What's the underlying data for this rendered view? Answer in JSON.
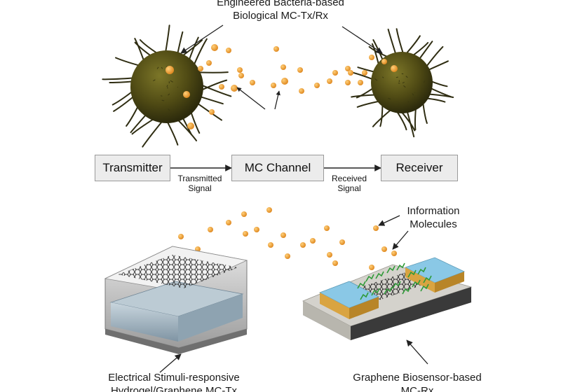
{
  "labels": {
    "top_line1": "Engineered Bacteria-based",
    "top_line2": "Biological MC-Tx/Rx",
    "info_line1": "Information",
    "info_line2": "Molecules",
    "left_line1": "Electrical Stimuli-responsive",
    "left_line2": "Hydrogel/Graphene MC-Tx",
    "right_line1": "Graphene Biosensor-based",
    "right_line2": "MC-Rx"
  },
  "blocks": {
    "transmitter": "Transmitter",
    "channel": "MC Channel",
    "receiver": "Receiver"
  },
  "signals": {
    "tx_line1": "Transmitted",
    "tx_line2": "Signal",
    "rx_line1": "Received",
    "rx_line2": "Signal"
  },
  "colors": {
    "bacteria_body": "#4f4a14",
    "bacteria_flagella": "#2f2d12",
    "molecule": "#f0a23c",
    "block_fill": "#ececec",
    "electrode": "#8ac8e6",
    "gold": "#d9a441",
    "linker": "#2f9a38",
    "hydrogel": "#9fb2bf"
  }
}
